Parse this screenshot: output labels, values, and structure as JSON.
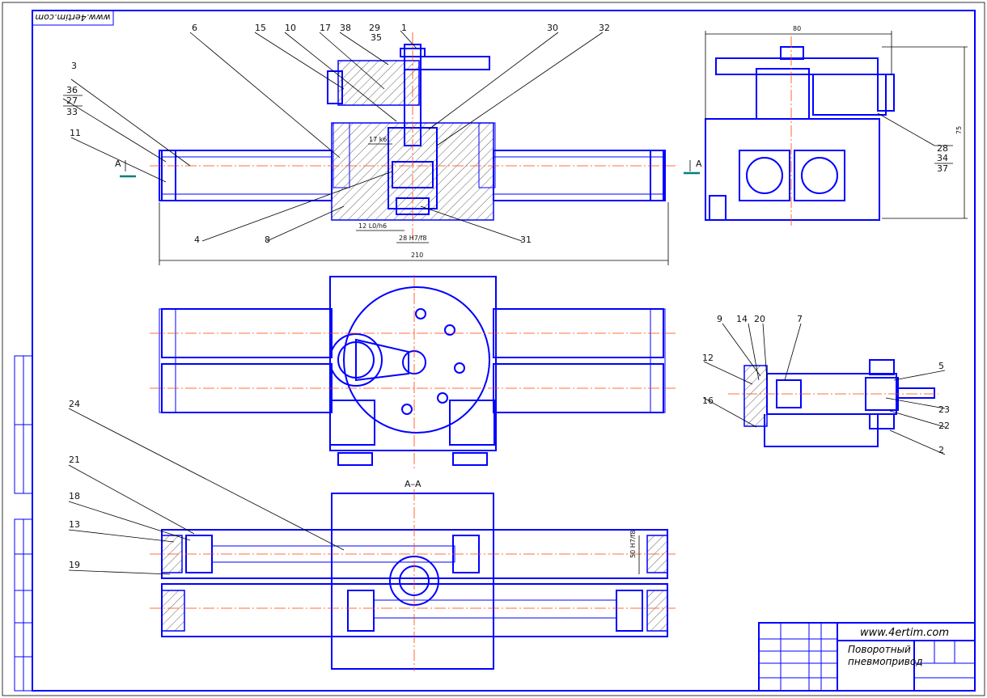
{
  "watermark_top": "www.4ertim.com",
  "section_label": "А–А",
  "cut_letter": "А",
  "part_labels": {
    "p1": "1",
    "p3": "3",
    "p6": "6",
    "p10": "10",
    "p11": "11",
    "p15": "15",
    "p17": "17",
    "p38": "38",
    "p29": "29",
    "p35": "35",
    "p30": "30",
    "p32": "32",
    "p36": "36",
    "p27": "27",
    "p33": "33",
    "p4": "4",
    "p8": "8",
    "p31": "31",
    "p24": "24",
    "p21": "21",
    "p18": "18",
    "p13": "13",
    "p19": "19",
    "p9": "9",
    "p14": "14",
    "p20": "20",
    "p7": "7",
    "p12": "12",
    "p16": "16",
    "p5": "5",
    "p23": "23",
    "p22": "22",
    "p2": "2",
    "p28": "28",
    "p34": "34",
    "p37": "37"
  },
  "dimensions": {
    "overall_length": "210",
    "fit_bore": "28 H7/f8",
    "fit_key": "12 L0/h6",
    "fit_small": "17 k6",
    "side_width": "80",
    "side_height": "75",
    "section_fit": "50 H7/f8"
  },
  "title_block": {
    "site": "www.4ertim.com",
    "name_line1": "Поворотный",
    "name_line2": "пневмопривод"
  }
}
